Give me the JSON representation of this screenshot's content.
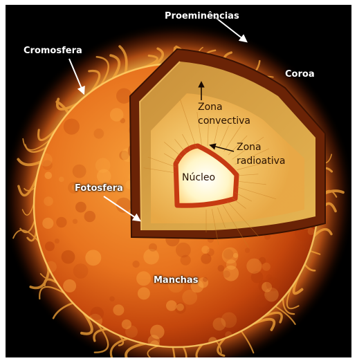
{
  "labels": {
    "proeminencias": "Proeminências",
    "cromosfera": "Cromosfera",
    "coroa": "Coroa",
    "zona_convectiva_1": "Zona",
    "zona_convectiva_2": "convectiva",
    "zona_radioativa_1": "Zona",
    "zona_radioativa_2": "radioativa",
    "nucleo": "Núcleo",
    "fotosfera": "Fotosfera",
    "manchas": "Manchas"
  },
  "colors": {
    "background": "#000000",
    "label_text": "#ffffff",
    "surface_light": "#f08a22",
    "surface_dark": "#b83a08",
    "convective_zone": "#d9a046",
    "radiative_zone": "#f2c15a",
    "core": "#fff6c8",
    "core_border": "#c63a12",
    "corona": "#ffb347"
  }
}
